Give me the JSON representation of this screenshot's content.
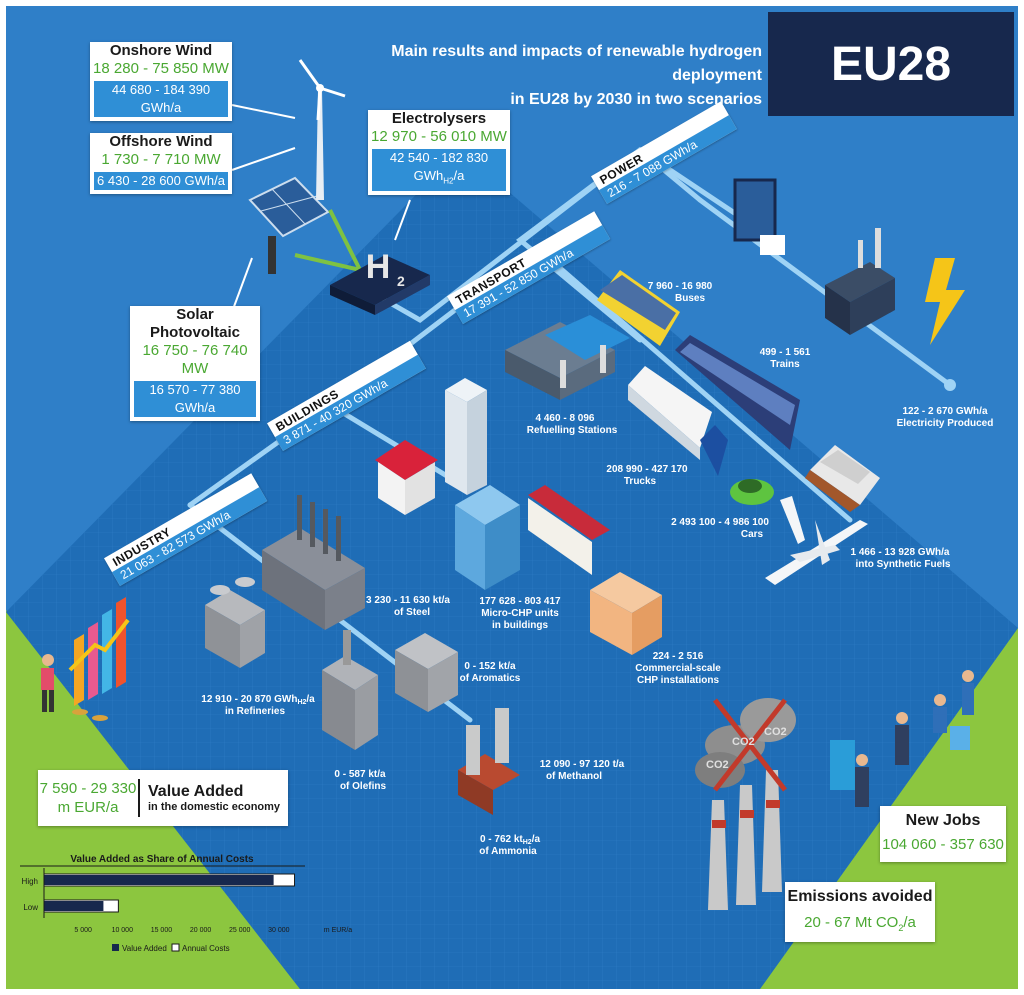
{
  "title": {
    "line1": "Main results and impacts of renewable hydrogen deployment",
    "line2": "in EU28 by 2030 in two scenarios",
    "badge": "EU28"
  },
  "supply": {
    "onshore": {
      "name": "Onshore Wind",
      "mw": "18 280 - 75 850 MW",
      "gwh": "44 680 - 184 390 GWh/a"
    },
    "offshore": {
      "name": "Offshore Wind",
      "mw": "1 730 - 7 710 MW",
      "gwh": "6 430 - 28 600 GWh/a"
    },
    "solar": {
      "name": "Solar Photovoltaic",
      "mw": "16 750 - 76 740 MW",
      "gwh": "16 570 - 77 380 GWh/a"
    },
    "electrolysers": {
      "name": "Electrolysers",
      "mw": "12 970 - 56 010 MW",
      "gwh": "42 540 - 182 830 GWh",
      "gwh_sub": "H2",
      "gwh_suffix": "/a"
    }
  },
  "sectors": {
    "power": {
      "name": "POWER",
      "value": "216 - 7 088 GWh/a"
    },
    "transport": {
      "name": "TRANSPORT",
      "value": "17 391 - 52 850 GWh/a"
    },
    "buildings": {
      "name": "BUILDINGS",
      "value": "3 871 - 40 320 GWh/a"
    },
    "industry": {
      "name": "INDUSTRY",
      "value": "21 063 - 82 573 GWh/a"
    }
  },
  "labels": {
    "buses": {
      "value": "7 960 - 16 980",
      "name": "Buses"
    },
    "trains": {
      "value": "499 - 1 561",
      "name": "Trains"
    },
    "refuelling": {
      "value": "4 460 - 8 096",
      "name": "Refuelling Stations"
    },
    "trucks": {
      "value": "208 990 - 427 170",
      "name": "Trucks"
    },
    "cars": {
      "value": "2 493 100 - 4 986 100",
      "name": "Cars"
    },
    "synfuels": {
      "value": "1 466 - 13 928 GWh/a",
      "name": "into Synthetic Fuels"
    },
    "electricity": {
      "value": "122 - 2 670 GWh/a",
      "name": "Electricity Produced"
    },
    "steel": {
      "value": "3 230 - 11 630 kt/a",
      "name": "of Steel"
    },
    "microchp": {
      "value": "177 628 - 803 417",
      "name": "Micro-CHP units",
      "name2": "in buildings"
    },
    "commchp": {
      "value": "224 - 2 516",
      "name": "Commercial-scale",
      "name2": "CHP installations"
    },
    "refineries": {
      "value": "12 910 - 20 870 GWh",
      "sub": "H2",
      "suffix": "/a",
      "name": "in Refineries"
    },
    "aromatics": {
      "value": "0 - 152 kt/a",
      "name": "of Aromatics"
    },
    "olefins": {
      "value": "0 - 587 kt/a",
      "name": "of Olefins"
    },
    "methanol": {
      "value": "12 090 - 97 120 t/a",
      "name": "of Methanol"
    },
    "ammonia": {
      "value": "0 - 762 kt",
      "sub": "H2",
      "suffix": "/a",
      "name": "of Ammonia"
    }
  },
  "value_added": {
    "range": "7 590 - 29 330",
    "unit": "m EUR/a",
    "title": "Value Added",
    "subtitle": "in the domestic economy"
  },
  "jobs": {
    "title": "New Jobs",
    "value": "104 060 - 357 630"
  },
  "emissions": {
    "title": "Emissions avoided",
    "value": "20 - 67 Mt CO",
    "sub": "2",
    "suffix": "/a"
  },
  "co2_signs": [
    "CO2",
    "CO2",
    "CO2"
  ],
  "chart_data": {
    "type": "bar",
    "orientation": "horizontal",
    "title": "Value Added as Share of Annual Costs",
    "categories": [
      "High",
      "Low"
    ],
    "series": [
      {
        "name": "Value Added",
        "values": [
          29330,
          7590
        ]
      },
      {
        "name": "Annual Costs",
        "values": [
          32000,
          9500
        ]
      }
    ],
    "xlabel": "m EUR/a",
    "xticks": [
      "5 000",
      "10 000",
      "15 000",
      "20 000",
      "25 000",
      "30 000"
    ],
    "xlim": [
      0,
      35000
    ],
    "legend": "bottom",
    "colors": {
      "value_added": "#17284d",
      "annual_costs": "#ffffff"
    }
  },
  "colors": {
    "background": "#2f7fc8",
    "ground": "#1f6db6",
    "grass": "#8cc63f",
    "navy": "#17284d",
    "accent_blue": "#2f8fd6",
    "accent_green": "#4aa832",
    "pipe": "#9fd3f5"
  }
}
